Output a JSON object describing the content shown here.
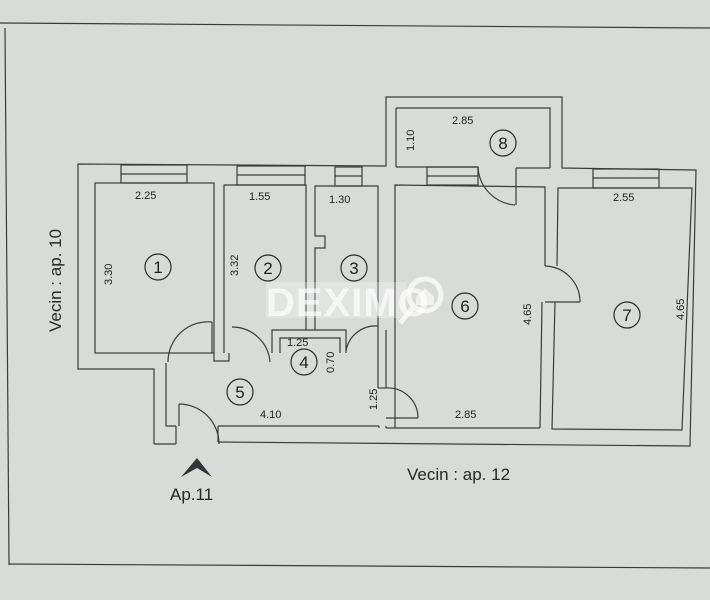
{
  "plan": {
    "neighbors": {
      "left": "Vecin : ap. 10",
      "bottom": "Vecin : ap. 12"
    },
    "entrance_label": "Ap.11",
    "watermark": "DEXIMO",
    "rooms": [
      {
        "id": "1",
        "width": "2.25",
        "length": "3.30"
      },
      {
        "id": "2",
        "width": "1.55",
        "length": "3.32"
      },
      {
        "id": "3",
        "width": "1.30"
      },
      {
        "id": "4",
        "width": "1.25",
        "length": "0.70"
      },
      {
        "id": "5",
        "width": "4.10",
        "length": "1.25"
      },
      {
        "id": "6",
        "width": "2.85",
        "length": "4.65"
      },
      {
        "id": "7",
        "width": "2.55",
        "length": "4.65"
      },
      {
        "id": "8",
        "width": "2.85",
        "length": "1.10"
      }
    ]
  },
  "colors": {
    "paper": "#d9dbd8",
    "lines": "#3a3c3c",
    "text": "#1e1f20"
  }
}
